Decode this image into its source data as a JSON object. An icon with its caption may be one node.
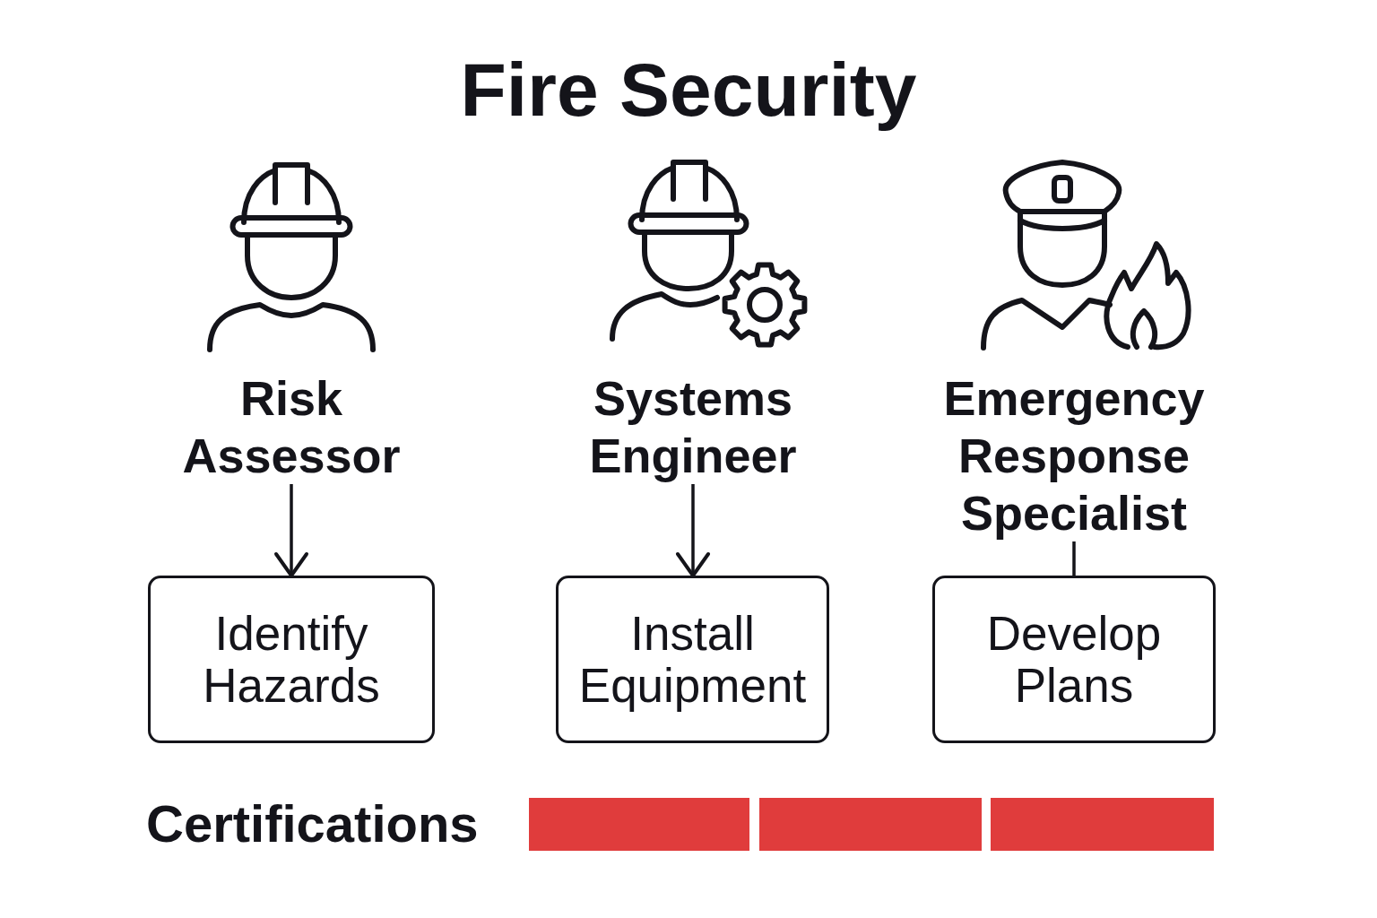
{
  "diagram": {
    "title": "Fire Security",
    "nodes": [
      {
        "text": [
          "Risk Assessor"
        ]
      },
      {
        "text": [
          "Systems Engineer"
        ]
      },
      {
        "text": [
          "Emergency Response Specialist"
        ]
      },
      {
        "text": [
          "Identify Hazards"
        ]
      },
      {
        "text": [
          "Install Equipment"
        ]
      },
      {
        "text": [
          "Develop Plans"
        ]
      },
      {
        "text": [],
        "shape": "bar"
      },
      {
        "text": [],
        "shape": "bar"
      },
      {
        "text": [],
        "shape": "bar"
      }
    ],
    "edges": [
      {
        "from": 0,
        "to": 3,
        "arrow": "to"
      },
      {
        "from": 1,
        "to": 4,
        "arrow": "to"
      },
      {
        "from": 2,
        "to": 5,
        "arrow": "none"
      }
    ],
    "labels": [
      "Certifications"
    ]
  }
}
